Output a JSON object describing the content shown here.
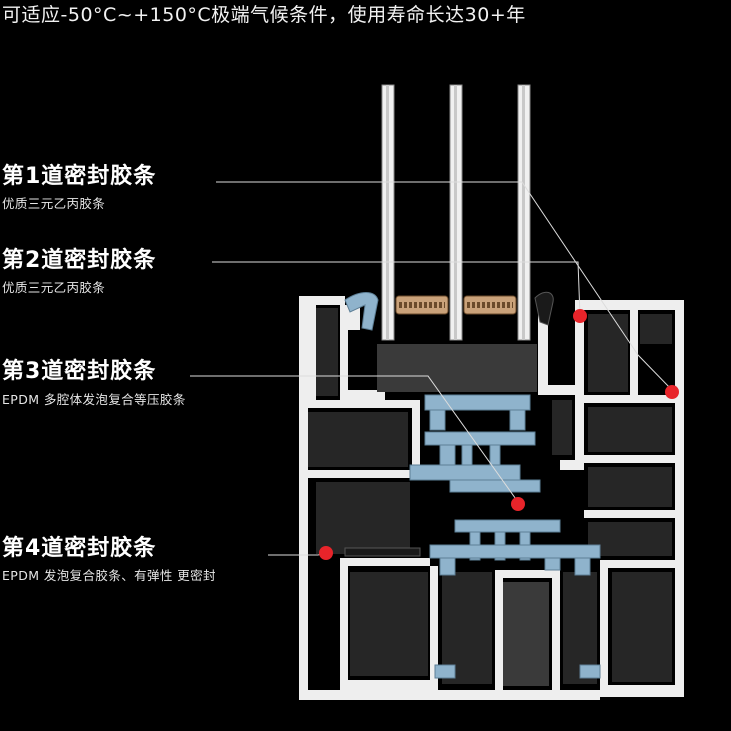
{
  "header": {
    "text": "可适应-50°C~+150°C极端气候条件，使用寿命长达30+年"
  },
  "seals": [
    {
      "title": "第1道密封胶条",
      "desc": "优质三元乙丙胶条"
    },
    {
      "title": "第2道密封胶条",
      "desc": "优质三元乙丙胶条"
    },
    {
      "title": "第3道密封胶条",
      "desc": "EPDM 多腔体发泡复合等压胶条"
    },
    {
      "title": "第4道密封胶条",
      "desc": "EPDM 发泡复合胶条、有弹性 更密封"
    }
  ],
  "colors": {
    "background": "#000000",
    "frame": "#eeeeee",
    "chamber": "#262626",
    "thermal_break": "#8fb3cc",
    "gasket": "#1a1a1a",
    "seal_marker": "#e8242a",
    "callout_line": "#dcdcdc",
    "foam": "#3a3a3a"
  }
}
